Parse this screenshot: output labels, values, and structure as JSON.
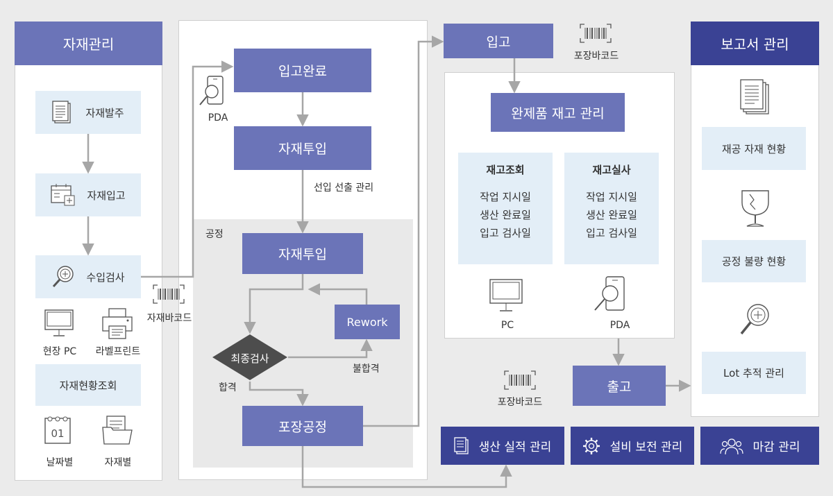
{
  "material": {
    "header": "자재관리",
    "items": [
      "자재발주",
      "자재입고",
      "수입검사"
    ],
    "devices": [
      "현장 PC",
      "라벨프린트"
    ],
    "inquiry": "자재현황조회",
    "views": [
      "날짜별",
      "자재별"
    ]
  },
  "process": {
    "complete": "입고완료",
    "pda": "PDA",
    "input": "자재투입",
    "fifo": "선입 선출 관리",
    "section": "공정",
    "input2": "자재투입",
    "rework": "Rework",
    "final_check": "최종검사",
    "fail": "불합격",
    "pass": "합격",
    "packing": "포장공정",
    "material_barcode": "자재바코드"
  },
  "warehouse": {
    "receiving": "입고",
    "pack_barcode_top": "포장바코드",
    "inventory": "완제품 재고 관리",
    "query": {
      "title": "재고조회",
      "lines": [
        "작업 지시일",
        "생산 완료일",
        "입고 검사일"
      ]
    },
    "audit": {
      "title": "재고실사",
      "lines": [
        "작업 지시일",
        "생산 완료일",
        "입고 검사일"
      ]
    },
    "pc": "PC",
    "pda": "PDA",
    "shipping": "출고",
    "pack_barcode_bottom": "포장바코드"
  },
  "report": {
    "header": "보고서 관리",
    "items": [
      "재공 자재 현황",
      "공정 불량 현황",
      "Lot 추적 관리"
    ]
  },
  "bottom": [
    "생산 실적 관리",
    "설비 보전 관리",
    "마감 관리"
  ],
  "colors": {
    "primary": "#6b74b8",
    "dark": "#3a4294",
    "light": "#e3eef7",
    "line": "#a6a6a6"
  }
}
